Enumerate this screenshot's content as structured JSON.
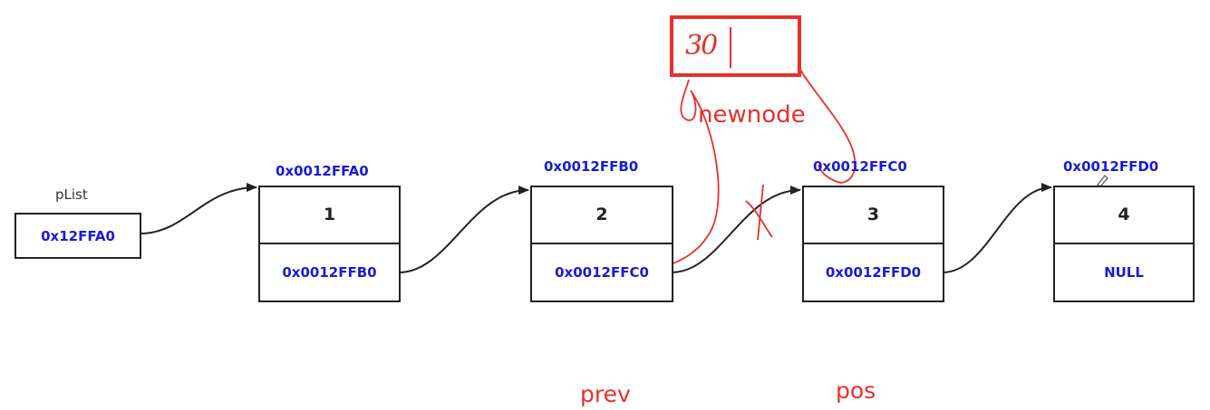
{
  "plist": {
    "label": "pList",
    "value": "0x12FFA0"
  },
  "nodes": [
    {
      "address": "0x0012FFA0",
      "data": "1",
      "next": "0x0012FFB0"
    },
    {
      "address": "0x0012FFB0",
      "data": "2",
      "next": "0x0012FFC0"
    },
    {
      "address": "0x0012FFC0",
      "data": "3",
      "next": "0x0012FFD0"
    },
    {
      "address": "0x0012FFD0",
      "data": "4",
      "next": "NULL"
    }
  ],
  "annotations": {
    "newnode_label": "newnode",
    "newnode_value": "30",
    "prev_label": "prev",
    "pos_label": "pos"
  },
  "colors": {
    "address_blue": "#1a1ad6",
    "annotation_red": "#e8302a",
    "box_border": "#222222"
  }
}
